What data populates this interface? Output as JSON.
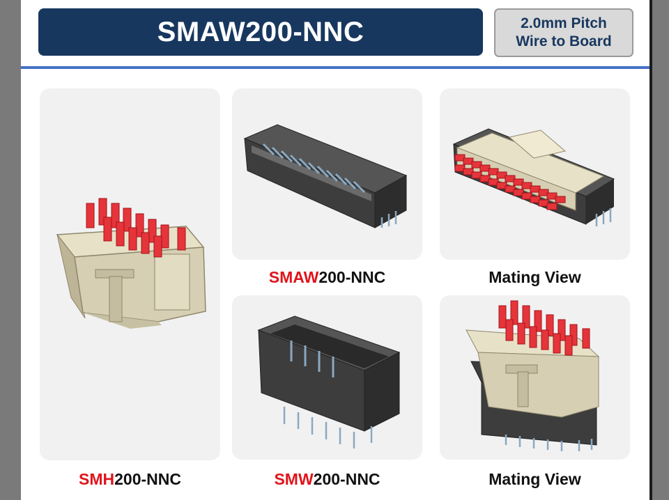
{
  "header": {
    "title": "SMAW200-NNC",
    "pitch_line1": "2.0mm Pitch",
    "pitch_line2": "Wire to Board"
  },
  "captions": {
    "smh": {
      "prefix": "SMH",
      "suffix": "200-NNC"
    },
    "smaw": {
      "prefix": "SMAW",
      "suffix": "200-NNC"
    },
    "smw": {
      "prefix": "SMW",
      "suffix": "200-NNC"
    },
    "mating_top": "Mating View",
    "mating_bottom": "Mating View"
  },
  "colors": {
    "brand_navy": "#17375e",
    "accent_blue": "#4472c4",
    "part_red": "#e0141b",
    "housing_beige": "#d6cfb4",
    "header_dark": "#3d3d3d",
    "pin_red": "#e6343b",
    "pin_steel": "#8aa8c0"
  }
}
